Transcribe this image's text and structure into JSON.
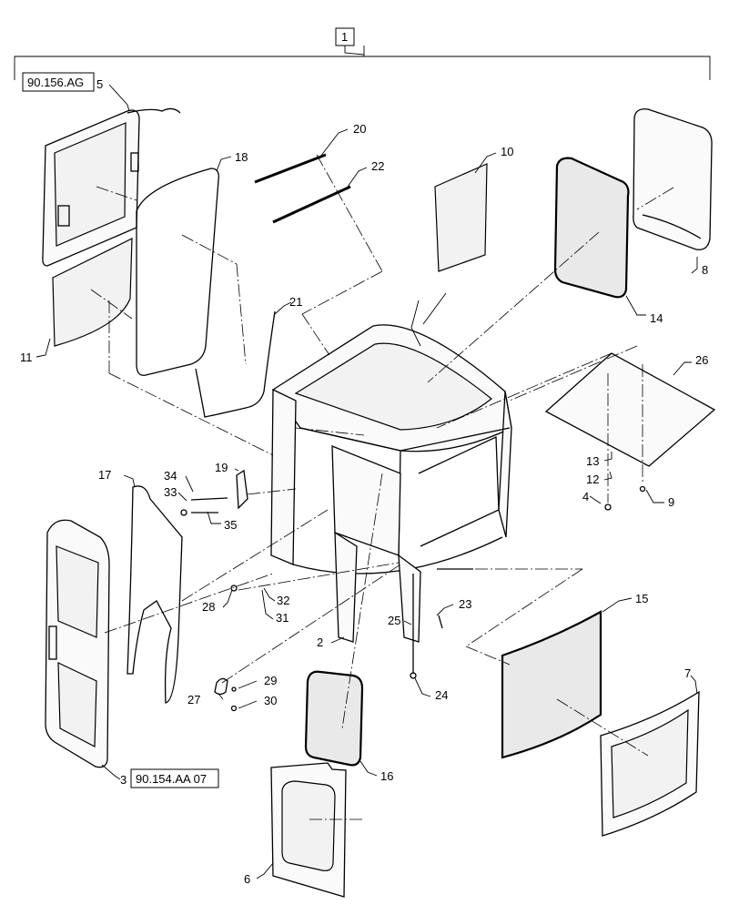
{
  "assembly_item": "1",
  "references": {
    "ref_door_upper": "90.156.AG",
    "ref_door_lower": "90.154.AA 07"
  },
  "callouts": [
    "2",
    "3",
    "4",
    "5",
    "6",
    "7",
    "8",
    "9",
    "10",
    "11",
    "12",
    "13",
    "14",
    "15",
    "16",
    "17",
    "18",
    "19",
    "20",
    "21",
    "22",
    "23",
    "24",
    "25",
    "26",
    "27",
    "28",
    "29",
    "30",
    "31",
    "32",
    "33",
    "34",
    "35"
  ]
}
